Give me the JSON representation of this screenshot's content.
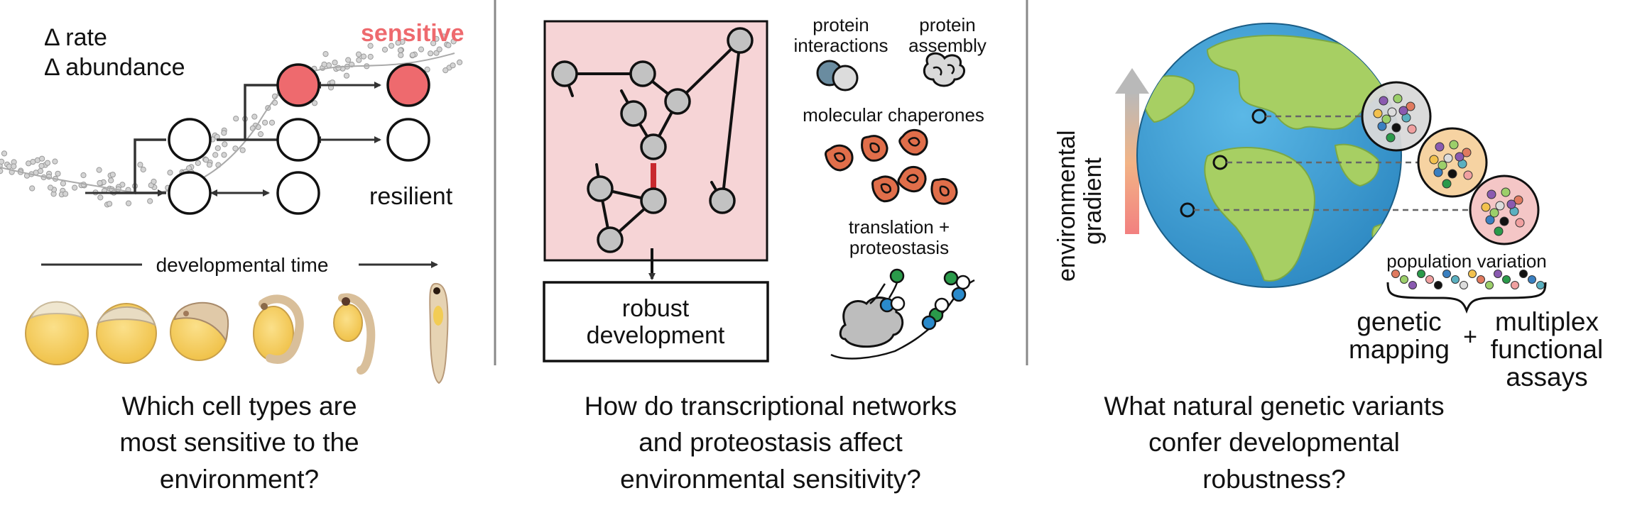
{
  "panels": {
    "left": {
      "label_rate": "Δ rate",
      "label_abundance": "Δ abundance",
      "label_sensitive": "sensitive",
      "label_resilient": "resilient",
      "label_time": "developmental time",
      "question": [
        "Which cell types are",
        "most sensitive to the",
        "environment?"
      ]
    },
    "middle": {
      "outcome_lines": [
        "robust",
        "development"
      ],
      "protein_interactions": [
        "protein",
        "interactions"
      ],
      "protein_assembly": [
        "protein",
        "assembly"
      ],
      "chaperones": "molecular chaperones",
      "translation": [
        "translation +",
        "proteostasis"
      ],
      "question": [
        "How do transcriptional networks",
        "and proteostasis affect",
        "environmental sensitivity?"
      ]
    },
    "right": {
      "gradient_label": [
        "environmental",
        "gradient"
      ],
      "population_variation": "population variation",
      "genetic_mapping": [
        "genetic",
        "mapping"
      ],
      "plus": "+",
      "multiplex": [
        "multiplex",
        "functional",
        "assays"
      ],
      "question": [
        "What natural genetic variants",
        "confer developmental",
        "robustness?"
      ]
    }
  },
  "colors": {
    "sensitive": "#ee6a6e",
    "network_bg": "#f6d4d6",
    "node_gray": "#c2c2c2",
    "red_edge": "#c8282e",
    "chaperone": "#e06e4a",
    "ocean": "#3a9fd3",
    "land": "#a7cf63",
    "embryo_yolk": "#f5cf5a",
    "divider": "#888888"
  }
}
